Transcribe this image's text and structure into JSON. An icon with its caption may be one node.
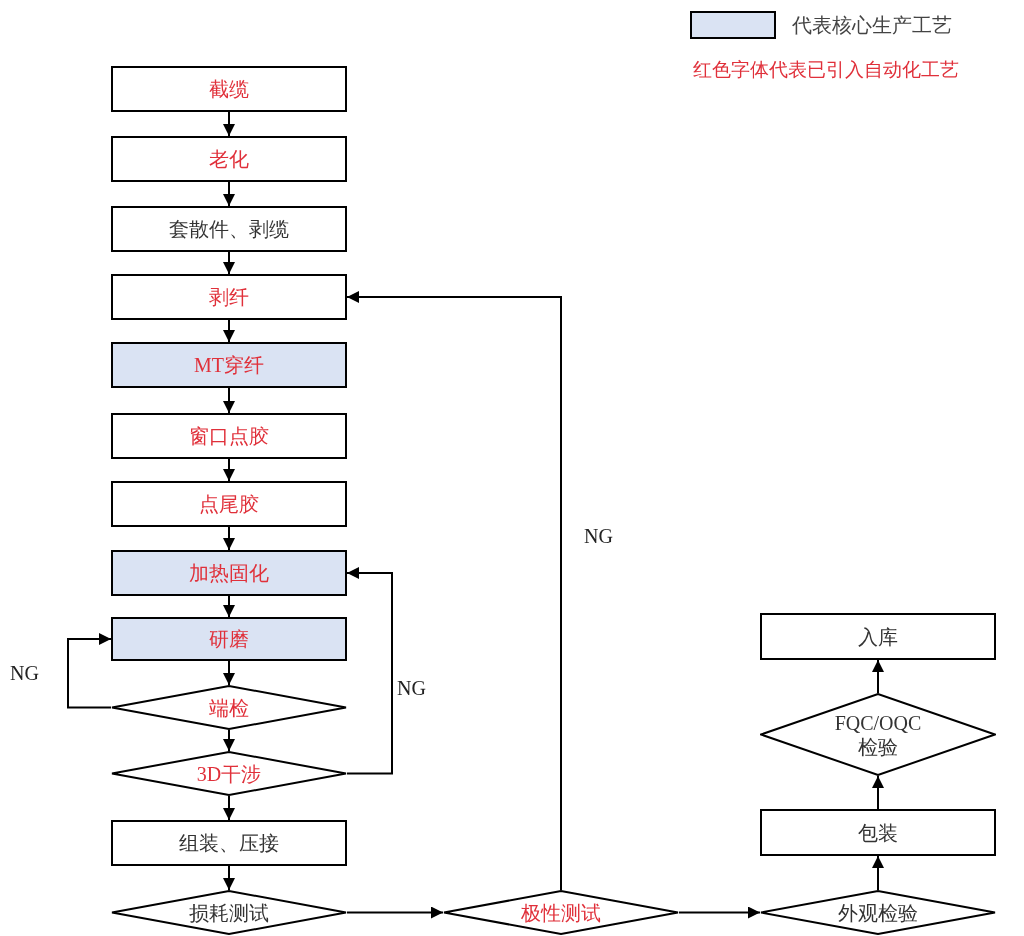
{
  "diagram": {
    "nodes": [
      {
        "text": [
          "截缆"
        ]
      },
      {
        "text": [
          "老化"
        ]
      },
      {
        "text": [
          "套散件、剥缆"
        ]
      },
      {
        "text": [
          "剥纤"
        ]
      },
      {
        "text": [
          "MT穿纤"
        ]
      },
      {
        "text": [
          "窗口点胶"
        ]
      },
      {
        "text": [
          "点尾胶"
        ]
      },
      {
        "text": [
          "加热固化"
        ]
      },
      {
        "text": [
          "研磨"
        ]
      },
      {
        "text": [
          "端检"
        ]
      },
      {
        "text": [
          "3D干涉"
        ]
      },
      {
        "text": [
          "组装、压接"
        ]
      },
      {
        "text": [
          "损耗测试"
        ]
      },
      {
        "text": [
          "极性测试"
        ]
      },
      {
        "text": [
          "外观检验"
        ]
      },
      {
        "text": [
          "包装"
        ]
      },
      {
        "text": [
          "FQC/OQC 检验"
        ]
      },
      {
        "text": [
          "入库"
        ]
      }
    ],
    "edges": [
      {
        "from": 0,
        "to": 1,
        "arrow": "to"
      },
      {
        "from": 1,
        "to": 2,
        "arrow": "to"
      },
      {
        "from": 2,
        "to": 3,
        "arrow": "to"
      },
      {
        "from": 3,
        "to": 4,
        "arrow": "to"
      },
      {
        "from": 4,
        "to": 5,
        "arrow": "to"
      },
      {
        "from": 5,
        "to": 6,
        "arrow": "to"
      },
      {
        "from": 6,
        "to": 7,
        "arrow": "to"
      },
      {
        "from": 7,
        "to": 8,
        "arrow": "to"
      },
      {
        "from": 8,
        "to": 9,
        "arrow": "to"
      },
      {
        "from": 9,
        "to": 10,
        "arrow": "to"
      },
      {
        "from": 9,
        "to": 8,
        "arrow": "to",
        "label": "NG"
      },
      {
        "from": 10,
        "to": 7,
        "arrow": "to",
        "label": "NG"
      },
      {
        "from": 10,
        "to": 11,
        "arrow": "to"
      },
      {
        "from": 11,
        "to": 12,
        "arrow": "to"
      },
      {
        "from": 12,
        "to": 13,
        "arrow": "to"
      },
      {
        "from": 13,
        "to": 3,
        "arrow": "to",
        "label": "NG"
      },
      {
        "from": 13,
        "to": 14,
        "arrow": "to"
      },
      {
        "from": 14,
        "to": 15,
        "arrow": "to"
      },
      {
        "from": 15,
        "to": 16,
        "arrow": "to"
      },
      {
        "from": 16,
        "to": 17,
        "arrow": "to"
      }
    ],
    "labels": [
      "红色字体代表已引入自动化工艺"
    ],
    "legend": [
      {
        "text": "代表核心生产工艺",
        "color": "#dae3f3"
      }
    ]
  }
}
